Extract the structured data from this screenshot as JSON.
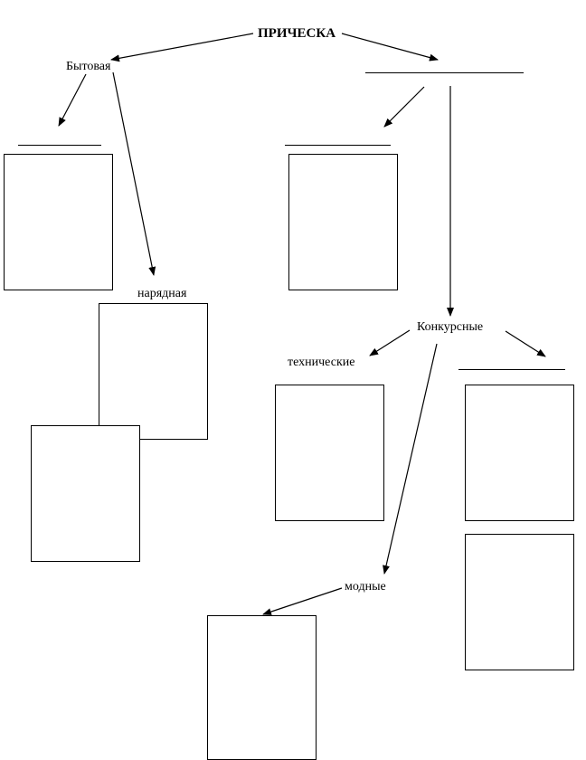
{
  "title": "ПРИЧЕСКА",
  "labels": {
    "everyday": "Бытовая",
    "elegant": "нарядная",
    "competition": "Конкурсные",
    "technical": "технические",
    "fashion": "модные"
  },
  "colors": {
    "line": "#000000",
    "background": "#ffffff"
  }
}
